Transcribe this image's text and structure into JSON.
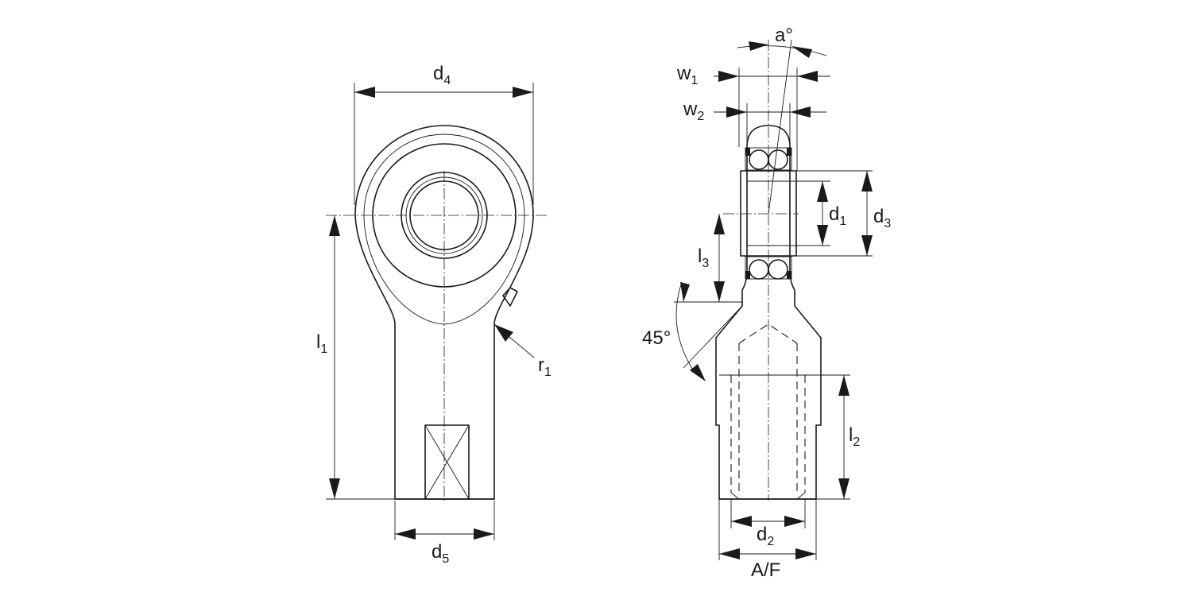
{
  "labels": {
    "d4": {
      "main": "d",
      "sub": "4"
    },
    "d5": {
      "main": "d",
      "sub": "5"
    },
    "l1": {
      "main": "l",
      "sub": "1"
    },
    "r1": {
      "main": "r",
      "sub": "1"
    },
    "a_deg": "a°",
    "w1": {
      "main": "w",
      "sub": "1"
    },
    "w2": {
      "main": "w",
      "sub": "2"
    },
    "d1": {
      "main": "d",
      "sub": "1"
    },
    "d3": {
      "main": "d",
      "sub": "3"
    },
    "l3": {
      "main": "l",
      "sub": "3"
    },
    "angle45": "45°",
    "l2": {
      "main": "l",
      "sub": "2"
    },
    "d2": {
      "main": "d",
      "sub": "2"
    },
    "af": "A/F"
  }
}
